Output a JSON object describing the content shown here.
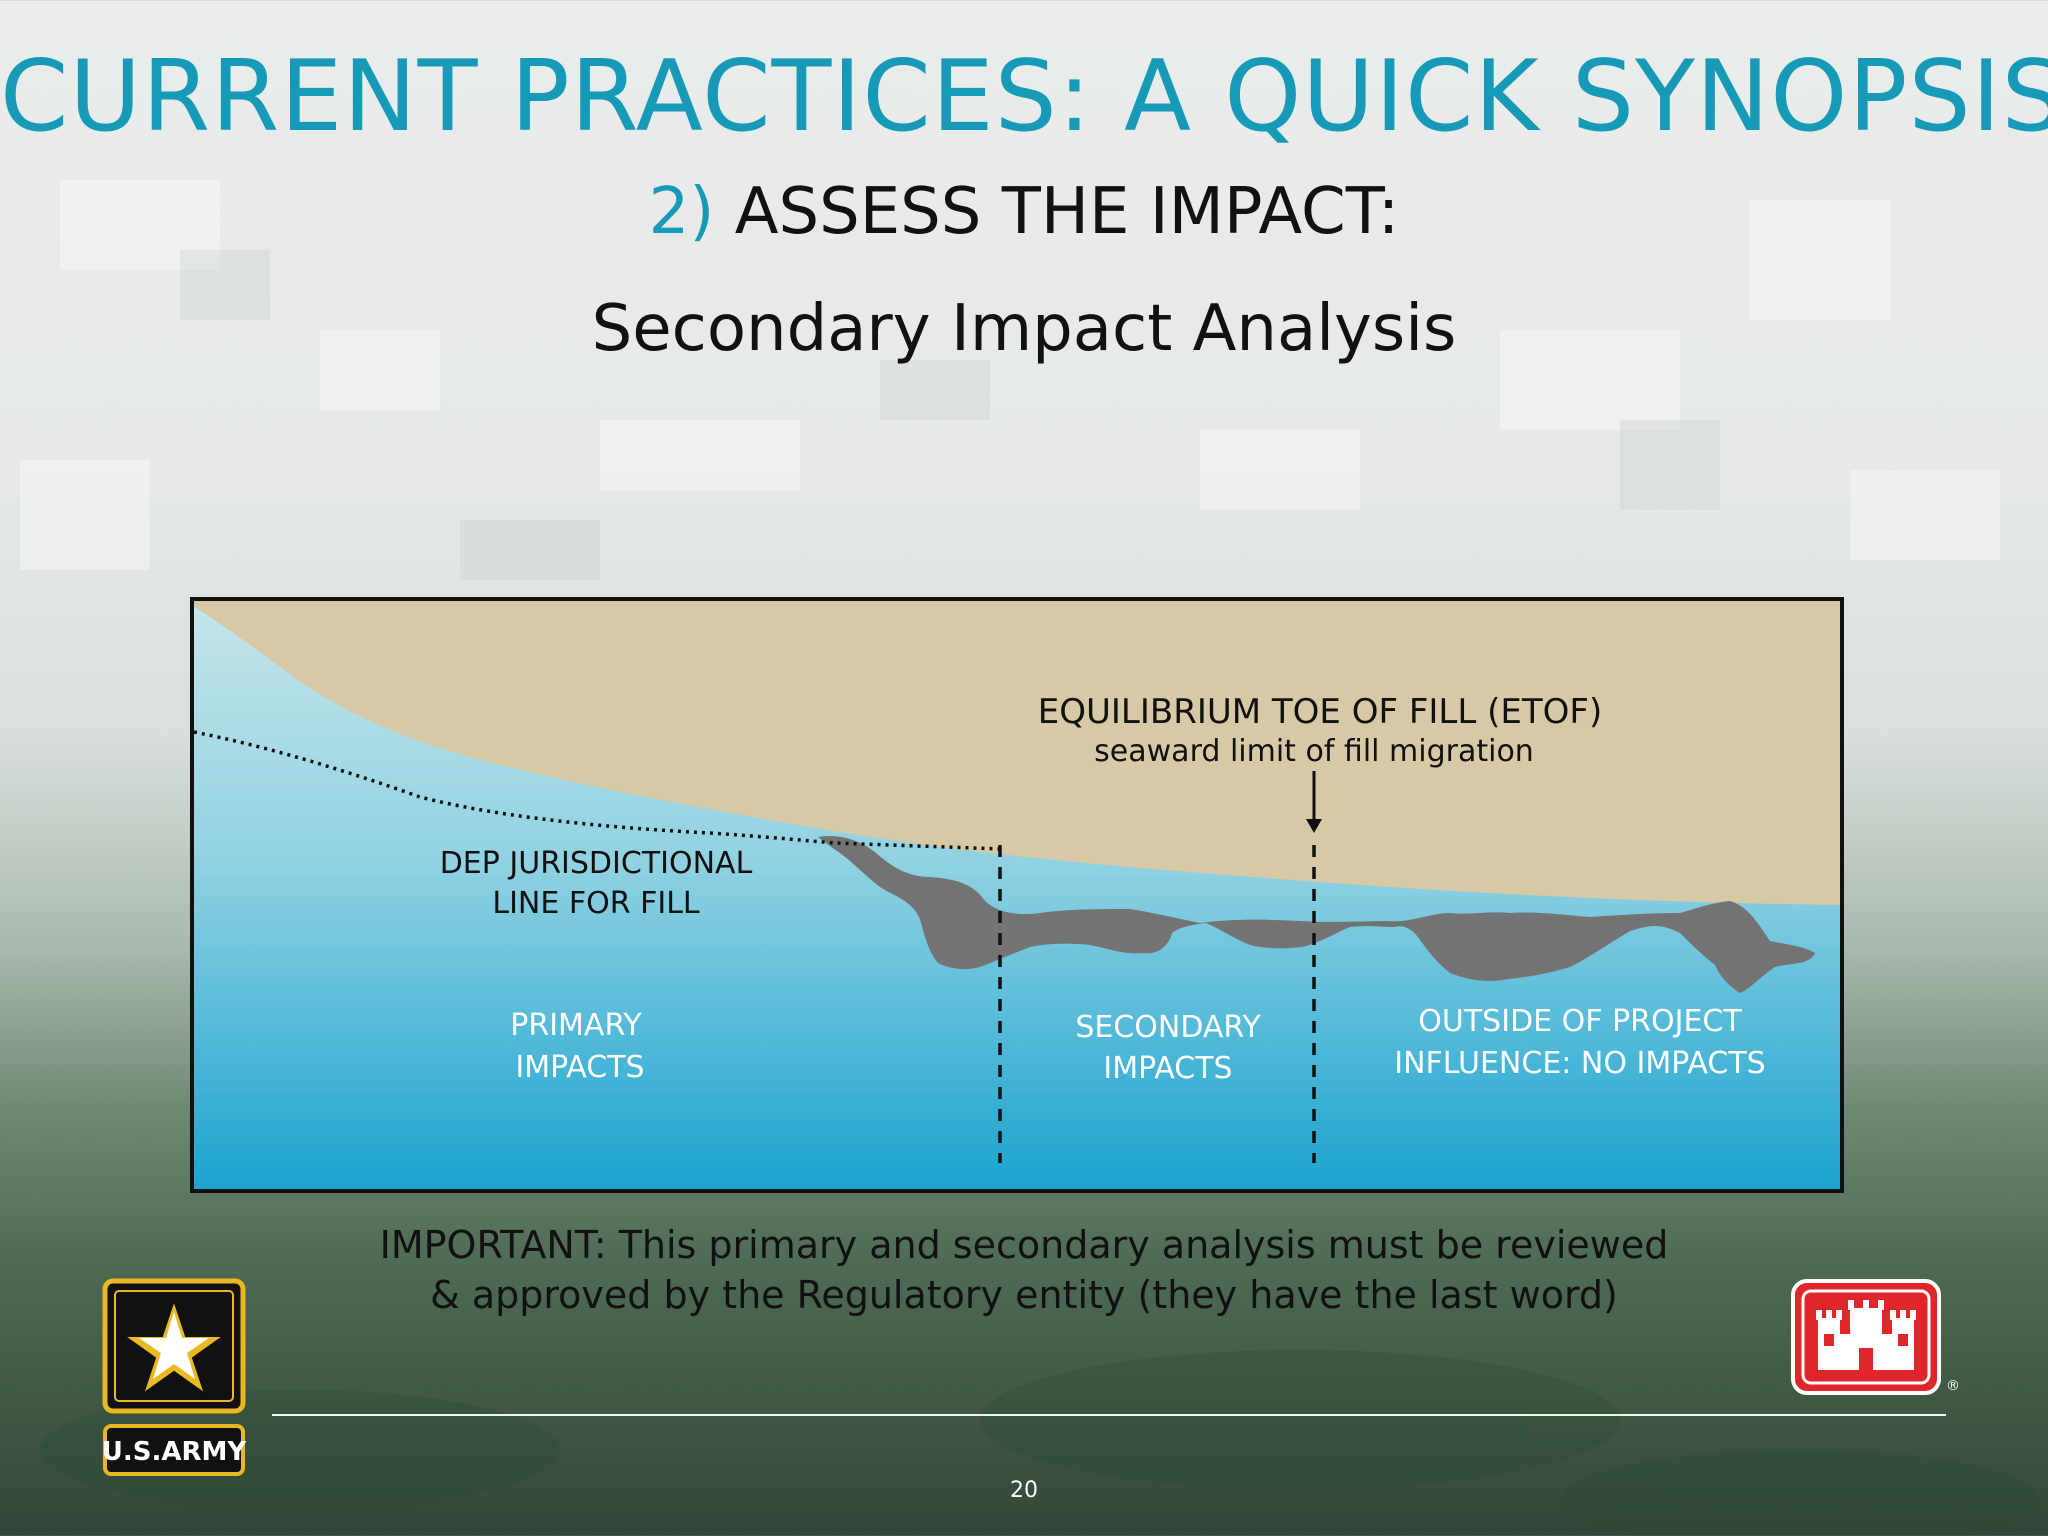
{
  "title": "CURRENT PRACTICES: A QUICK SYNOPSIS",
  "step": {
    "number": "2)",
    "text": "ASSESS THE IMPACT:"
  },
  "subtitle": "Secondary Impact Analysis",
  "diagram": {
    "etof_title": "EQUILIBRIUM TOE OF FILL (ETOF)",
    "etof_sub": "seaward limit of fill migration",
    "dep_line1": "DEP JURISDICTIONAL",
    "dep_line2": "LINE FOR FILL",
    "primary_line1": "PRIMARY",
    "primary_line2": "IMPACTS",
    "secondary_line1": "SECONDARY",
    "secondary_line2": "IMPACTS",
    "outside_line1": "OUTSIDE OF PROJECT",
    "outside_line2": "INFLUENCE:  NO IMPACTS",
    "colors": {
      "sand": "#d8c9a6",
      "water_top": "#bfe2e8",
      "water_bottom": "#1fa5cf",
      "reef": "#737373"
    }
  },
  "important_line1": "IMPORTANT:  This primary and secondary analysis must be reviewed",
  "important_line2": "& approved by the Regulatory entity (they have the last word)",
  "army_logo_text": "U.S.ARMY",
  "registered_mark": "®",
  "page_number": "20"
}
